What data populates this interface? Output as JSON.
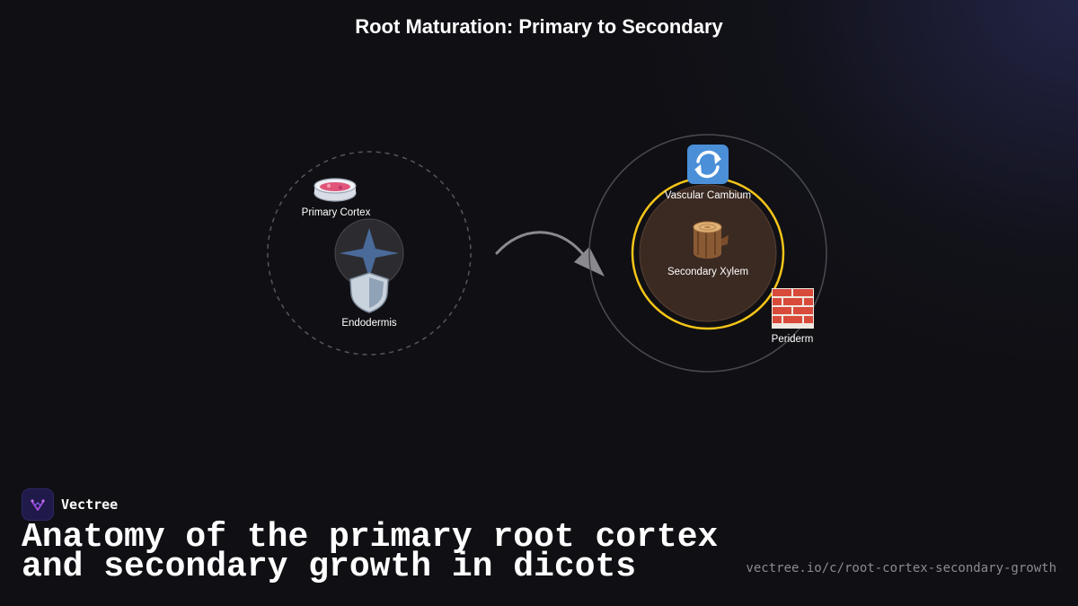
{
  "title": "Root Maturation: Primary to Secondary",
  "primary_root": {
    "nodes": [
      {
        "label": "Primary Cortex",
        "icon": "petri-dish-icon"
      },
      {
        "label": "Endodermis",
        "icon": "shield-icon"
      }
    ]
  },
  "secondary_root": {
    "nodes": [
      {
        "label": "Vascular Cambium",
        "icon": "cycle-arrows-icon"
      },
      {
        "label": "Secondary Xylem",
        "icon": "wood-log-icon"
      },
      {
        "label": "Periderm",
        "icon": "brick-icon"
      }
    ]
  },
  "colors": {
    "cambium_ring": "#f5c518",
    "xylem_fill": "#3b2a22",
    "arrow": "#8a8a8e",
    "stele": "#4a6a9a"
  },
  "brand": {
    "name": "Vectree"
  },
  "headline": "Anatomy of the primary root cortex\nand secondary growth in dicots",
  "url": "vectree.io/c/root-cortex-secondary-growth"
}
